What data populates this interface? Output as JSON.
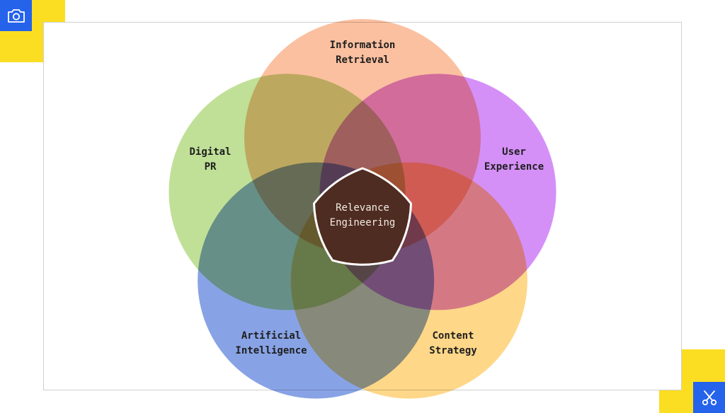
{
  "toolbar": {
    "screenshot_icon": "camera-icon",
    "crop_icon": "scissors-icon"
  },
  "diagram": {
    "type": "venn",
    "sets": [
      {
        "id": "ir",
        "label_line1": "Information",
        "label_line2": "Retrieval",
        "color": "#F9A87B"
      },
      {
        "id": "dpr",
        "label_line1": "Digital",
        "label_line2": "PR",
        "color": "#A8D46F"
      },
      {
        "id": "ux",
        "label_line1": "User",
        "label_line2": "Experience",
        "color": "#C565F5"
      },
      {
        "id": "ai",
        "label_line1": "Artificial",
        "label_line2": "Intelligence",
        "color": "#5A7FDB"
      },
      {
        "id": "cs",
        "label_line1": "Content",
        "label_line2": "Strategy",
        "color": "#FDC85A"
      }
    ],
    "center": {
      "label_line1": "Relevance",
      "label_line2": "Engineering",
      "color": "#4F2C21"
    }
  },
  "colors": {
    "accent_yellow": "#FBDD22",
    "accent_blue": "#2563EB"
  }
}
